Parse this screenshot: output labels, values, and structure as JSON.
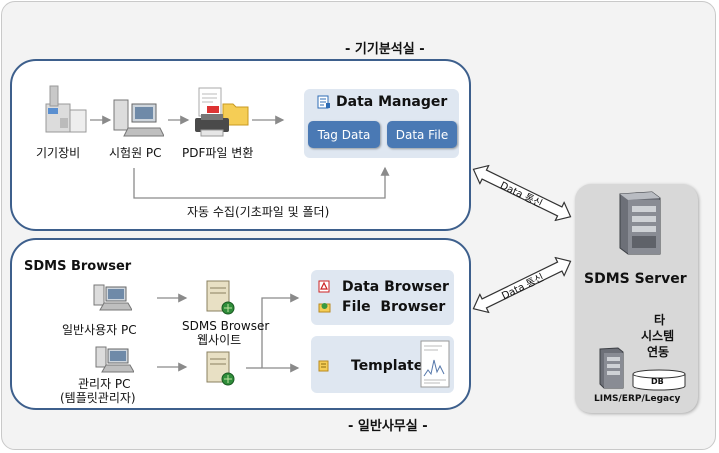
{
  "zones": {
    "lab_title": "- 기기분석실 -",
    "office_title": "- 일반사무실 -",
    "browser_title": "SDMS Browser"
  },
  "lab": {
    "instrument": "기기장비",
    "tester_pc": "시험원 PC",
    "pdf_convert": "PDF파일 변환",
    "auto_collect": "자동 수집(기초파일 및 폴더)",
    "data_manager": {
      "title": "Data Manager",
      "tag_data": "Tag Data",
      "data_file": "Data File"
    }
  },
  "office": {
    "user_pc": "일반사용자 PC",
    "admin_pc_line1": "관리자 PC",
    "admin_pc_line2": "(템플릿관리자)",
    "website_line1": "SDMS Browser",
    "website_line2": "웹사이트",
    "browser_panel": {
      "data_browser": "Data Browser",
      "file_browser": "File  Browser"
    },
    "template": "Template"
  },
  "links": {
    "comm_top": "Data 통신",
    "comm_bottom": "Data 통신"
  },
  "server": {
    "title": "SDMS Server",
    "other_line1": "타",
    "other_line2": "시스템",
    "other_line3": "연동",
    "db": "DB",
    "legacy": "LIMS/ERP/Legacy"
  },
  "colors": {
    "zone_border": "#3d5f8c",
    "button_fill": "#4a79b4",
    "panel_fill": "#dfe7f1",
    "server_fill": "#d8d8d8"
  }
}
